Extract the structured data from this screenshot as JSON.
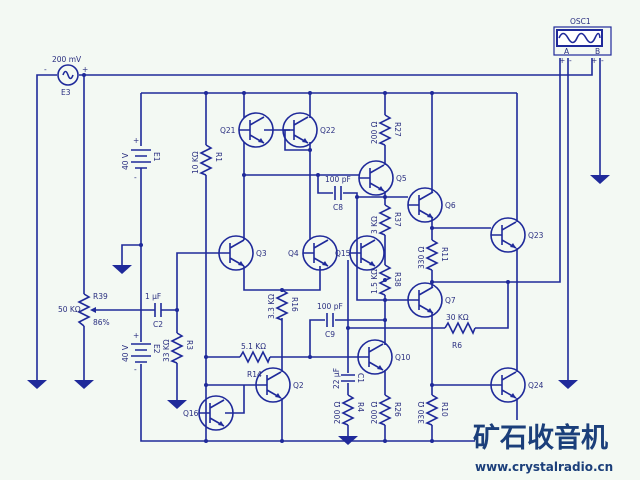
{
  "colors": {
    "wire": "#1f2a9a",
    "background": "#f3f9f3",
    "watermark": "#1b3f7a"
  },
  "source": {
    "ref": "E3",
    "value": "200 mV",
    "minus": "-",
    "plus": "+"
  },
  "oscilloscope": {
    "ref": "OSC1",
    "channel_a": "A",
    "channel_b": "B",
    "a_plus": "+",
    "a_minus": "-",
    "b_plus": "+",
    "b_minus": "-"
  },
  "batteries": [
    {
      "ref": "E1",
      "value": "40 V",
      "plus": "+",
      "minus": "-"
    },
    {
      "ref": "E2",
      "value": "40 V",
      "plus": "+",
      "minus": "-"
    }
  ],
  "potentiometer": {
    "ref": "R39",
    "value": "50 KΩ",
    "setting": "86%"
  },
  "resistors": {
    "R1": {
      "ref": "R1",
      "value": "10 KΩ"
    },
    "R27": {
      "ref": "R27",
      "value": "200 Ω"
    },
    "R37": {
      "ref": "R37",
      "value": "3 KΩ"
    },
    "R38": {
      "ref": "R38",
      "value": "1.5 KΩ"
    },
    "R11": {
      "ref": "R11",
      "value": "330 Ω"
    },
    "R16": {
      "ref": "R16",
      "value": "3.3 KΩ"
    },
    "R3": {
      "ref": "R3",
      "value": "33 KΩ"
    },
    "R14": {
      "ref": "R14",
      "value": "5.1 KΩ"
    },
    "R6": {
      "ref": "R6",
      "value": "30 KΩ"
    },
    "R4": {
      "ref": "R4",
      "value": "200 Ω"
    },
    "R26": {
      "ref": "R26",
      "value": "200 Ω"
    },
    "R10": {
      "ref": "R10",
      "value": "330 Ω"
    }
  },
  "capacitors": {
    "C8": {
      "ref": "C8",
      "value": "100 pF"
    },
    "C9": {
      "ref": "C9",
      "value": "100 pF"
    },
    "C2": {
      "ref": "C2",
      "value": "1 µF"
    },
    "C1": {
      "ref": "C1",
      "value": "22 µF"
    }
  },
  "transistors": {
    "Q21": "Q21",
    "Q22": "Q22",
    "Q3": "Q3",
    "Q4": "Q4",
    "Q15": "Q15",
    "Q5": "Q5",
    "Q6": "Q6",
    "Q7": "Q7",
    "Q10": "Q10",
    "Q2": "Q2",
    "Q16": "Q16",
    "Q23": "Q23",
    "Q24": "Q24"
  },
  "watermark": {
    "title": "矿石收音机",
    "url": "www.crystalradio.cn"
  }
}
